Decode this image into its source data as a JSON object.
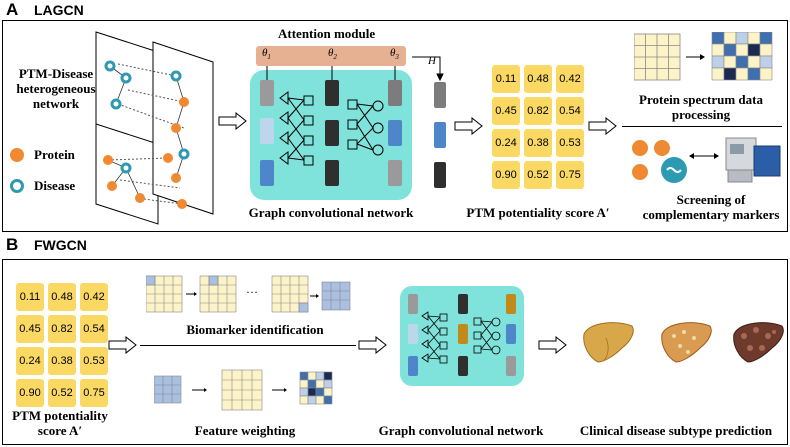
{
  "panel_a": {
    "letter": "A",
    "title": "LAGCN",
    "network_title": "PTM-Disease heterogeneous network",
    "legend_protein": "Protein",
    "legend_disease": "Disease",
    "attention_label": "Attention module",
    "theta_1": "θ",
    "theta_2": "θ",
    "theta_3": "θ",
    "theta_sub_1": "1",
    "theta_sub_2": "2",
    "theta_sub_3": "3",
    "h_label": "H",
    "gcn_label": "Graph convolutional network",
    "score_label": "PTM potentiality score A′",
    "scores": [
      "0.11",
      "0.48",
      "0.42",
      "0.45",
      "0.82",
      "0.54",
      "0.24",
      "0.38",
      "0.53",
      "0.90",
      "0.52",
      "0.75"
    ],
    "spectrum_label": "Protein spectrum data processing",
    "screening_label": "Screening of complementary markers"
  },
  "panel_b": {
    "letter": "B",
    "title": "FWGCN",
    "scores": [
      "0.11",
      "0.48",
      "0.42",
      "0.45",
      "0.82",
      "0.54",
      "0.24",
      "0.38",
      "0.53",
      "0.90",
      "0.52",
      "0.75"
    ],
    "score_label": "PTM potentiality score A′",
    "ellipsis": "···",
    "biomarker_label": "Biomarker identification",
    "feature_label": "Feature weighting",
    "gcn_label": "Graph convolutional network",
    "clinical_label": "Clinical disease subtype prediction"
  },
  "colors": {
    "score_cell": "#fad864",
    "gcn_bg": "#7fe3db",
    "attention_bar": "#e6b093",
    "protein": "#ef8a33",
    "disease": "#2d9ab2",
    "grid_light": "#fdf3c8",
    "grid_blue": "#3f6fae"
  }
}
